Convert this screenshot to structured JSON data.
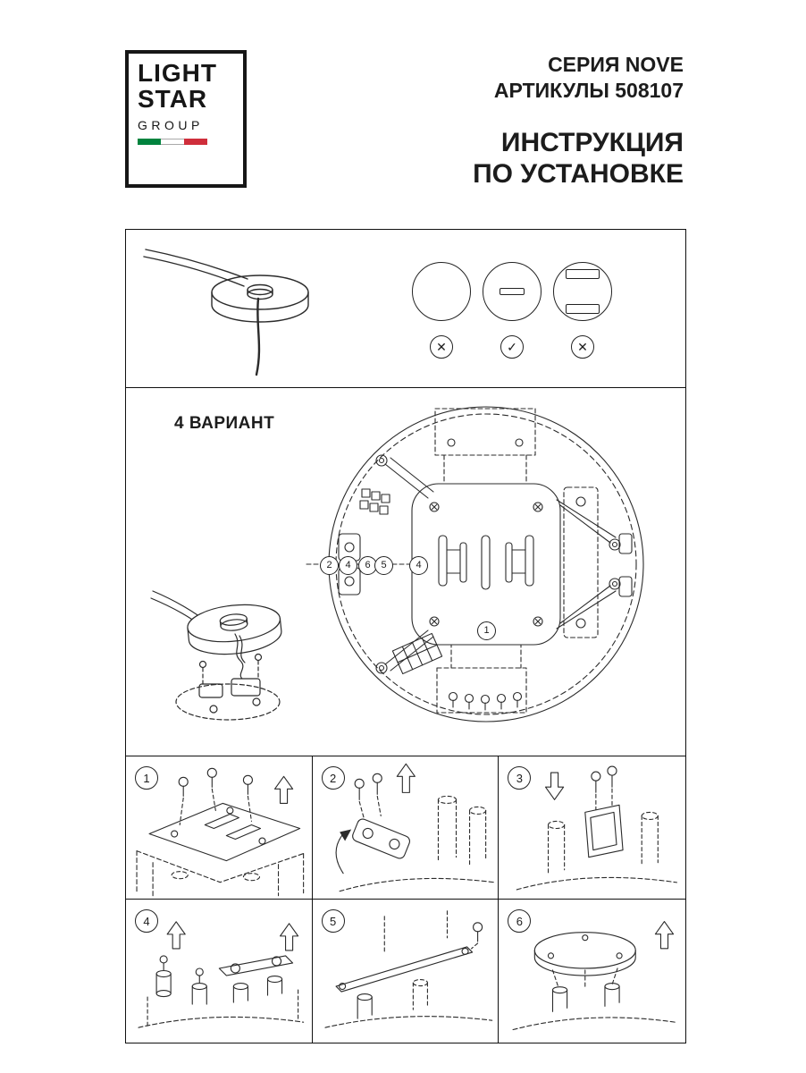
{
  "logo": {
    "line1": "LIGHT",
    "line2": "STAR",
    "line3": "GROUP"
  },
  "header": {
    "series": "СЕРИЯ NOVE",
    "articles": "АРТИКУЛЫ 508107",
    "title_line1": "ИНСТРУКЦИЯ",
    "title_line2": "ПО УСТАНОВКЕ"
  },
  "approval": {
    "items": [
      {
        "head": "plain-round-head",
        "verdict": "✕"
      },
      {
        "head": "slotted-head",
        "verdict": "✓"
      },
      {
        "head": "clip-head",
        "verdict": "✕"
      }
    ]
  },
  "variant": {
    "label": "4 ВАРИАНТ",
    "callouts": [
      "2",
      "4",
      "6",
      "5",
      "4",
      "1"
    ]
  },
  "steps": [
    "1",
    "2",
    "3",
    "4",
    "5",
    "6"
  ],
  "colors": {
    "ink": "#1c1c1c",
    "line": "#2b2b2b",
    "flag_green": "#00833e",
    "flag_red": "#cf2e3b"
  }
}
